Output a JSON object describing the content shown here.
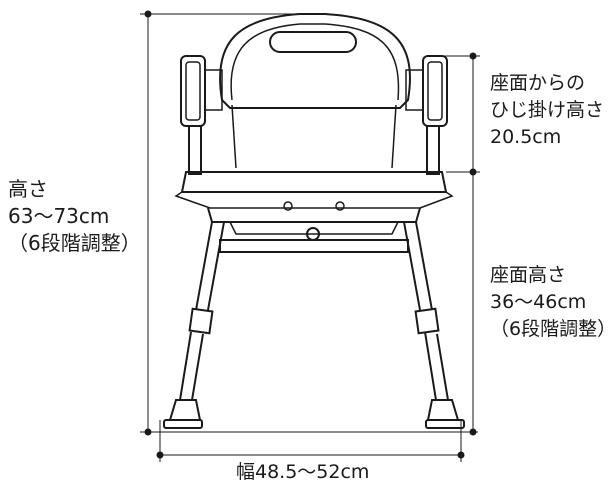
{
  "labels": {
    "total_height": {
      "line1": "高さ",
      "line2": "63〜73cm",
      "line3": "（6段階調整）"
    },
    "armrest_height": {
      "line1": "座面からの",
      "line2": "ひじ掛け高さ",
      "line3": "20.5cm"
    },
    "seat_height": {
      "line1": "座面高さ",
      "line2": "36〜46cm",
      "line3": "（6段階調整）"
    },
    "width": {
      "line1": "幅48.5〜52cm"
    }
  }
}
